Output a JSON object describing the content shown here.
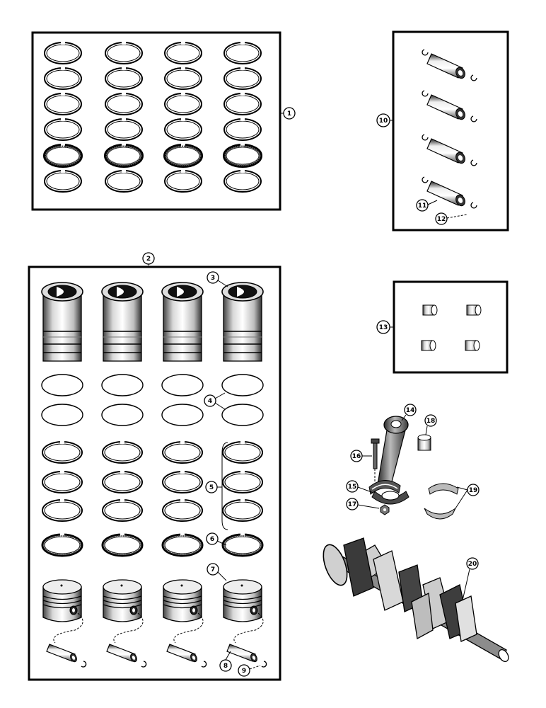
{
  "callouts": {
    "c1": "1",
    "c2": "2",
    "c3": "3",
    "c4": "4",
    "c5": "5",
    "c6": "6",
    "c7": "7",
    "c8": "8",
    "c9": "9",
    "c10": "10",
    "c11": "11",
    "c12": "12",
    "c13": "13",
    "c14": "14",
    "c15": "15",
    "c16": "16",
    "c17": "17",
    "c18": "18",
    "c19": "19",
    "c20": "20"
  },
  "colors": {
    "ink": "#000000",
    "paper": "#ffffff",
    "shade": "#9a9a9a"
  }
}
